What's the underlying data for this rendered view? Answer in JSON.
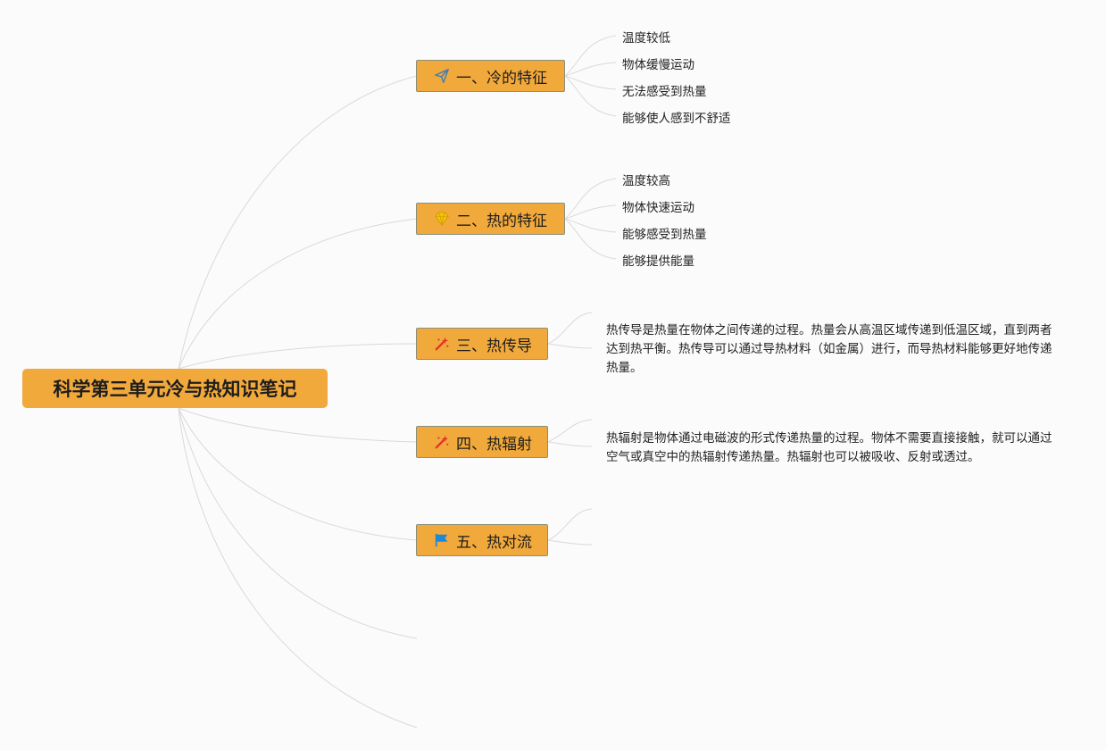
{
  "root": {
    "title": "科学第三单元冷与热知识笔记"
  },
  "topics": [
    {
      "label": "一、冷的特征",
      "icon": "paper-plane-icon",
      "items": [
        "温度较低",
        "物体缓慢运动",
        "无法感受到热量",
        "能够使人感到不舒适"
      ]
    },
    {
      "label": "二、热的特征",
      "icon": "diamond-icon",
      "items": [
        "温度较高",
        "物体快速运动",
        "能够感受到热量",
        "能够提供能量"
      ]
    },
    {
      "label": "三、热传导",
      "icon": "magic-wand-icon",
      "text": "热传导是热量在物体之间传递的过程。热量会从高温区域传递到低温区域，直到两者达到热平衡。热传导可以通过导热材料（如金属）进行，而导热材料能够更好地传递热量。"
    },
    {
      "label": "四、热辐射",
      "icon": "magic-wand-icon",
      "text": "热辐射是物体通过电磁波的形式传递热量的过程。物体不需要直接接触，就可以通过空气或真空中的热辐射传递热量。热辐射也可以被吸收、反射或透过。"
    },
    {
      "label": "五、热对流",
      "icon": "flag-icon"
    }
  ],
  "colors": {
    "node_fill": "#f2a93b",
    "node_border": "#8a8f7a",
    "link": "#d9d9d9",
    "background": "#fbfbfb",
    "icon_plane": "#3d7fb8",
    "icon_diamond": "#f4c20d",
    "icon_wand": "#e0302a",
    "icon_flag": "#1e88d8"
  }
}
